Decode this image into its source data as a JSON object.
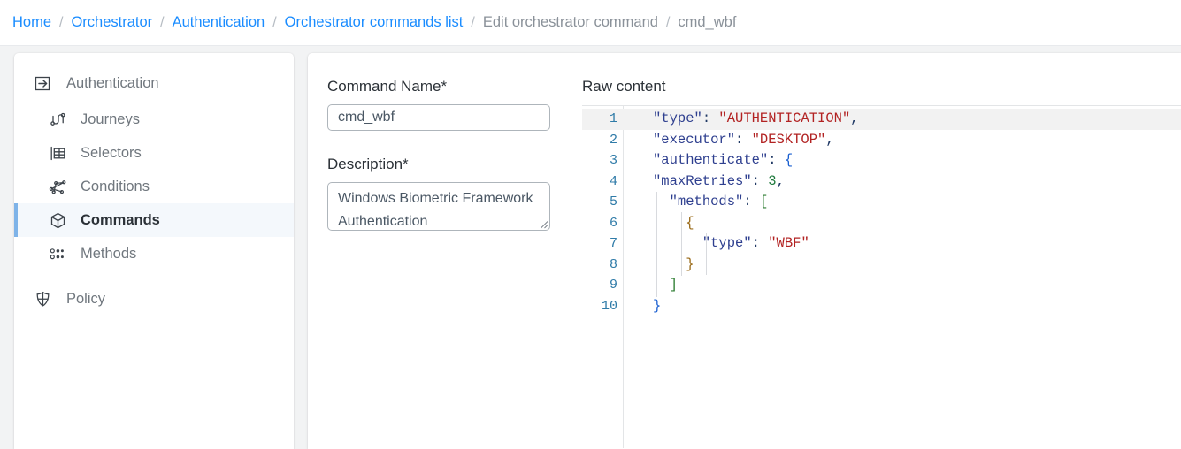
{
  "breadcrumb": {
    "separator": "/",
    "items": [
      {
        "label": "Home",
        "link": true
      },
      {
        "label": "Orchestrator",
        "link": true
      },
      {
        "label": "Authentication",
        "link": true
      },
      {
        "label": "Orchestrator commands list",
        "link": true
      },
      {
        "label": "Edit orchestrator command",
        "link": false
      },
      {
        "label": "cmd_wbf",
        "link": false
      }
    ]
  },
  "sidebar": {
    "section": {
      "label": "Authentication",
      "icon": "login-arrow-icon"
    },
    "items": [
      {
        "label": "Journeys",
        "icon": "journeys-icon",
        "active": false
      },
      {
        "label": "Selectors",
        "icon": "selectors-icon",
        "active": false
      },
      {
        "label": "Conditions",
        "icon": "conditions-icon",
        "active": false
      },
      {
        "label": "Commands",
        "icon": "commands-cube-icon",
        "active": true
      },
      {
        "label": "Methods",
        "icon": "methods-icon",
        "active": false
      }
    ],
    "footer": {
      "label": "Policy",
      "icon": "policy-shield-icon"
    }
  },
  "form": {
    "name_label": "Command Name*",
    "name_value": "cmd_wbf",
    "name_placeholder": "",
    "description_label": "Description*",
    "description_value": "Windows Biometric Framework Authentication",
    "description_placeholder": ""
  },
  "editor": {
    "label": "Raw content",
    "active_line": 1,
    "line_numbers": [
      "1",
      "2",
      "3",
      "4",
      "5",
      "6",
      "7",
      "8",
      "9",
      "10"
    ],
    "lines": [
      {
        "n": "1",
        "tokens": [
          {
            "t": "\"type\"",
            "c": "key"
          },
          {
            "t": ": ",
            "c": "punc"
          },
          {
            "t": "\"AUTHENTICATION\"",
            "c": "str"
          },
          {
            "t": ",",
            "c": "punc"
          }
        ]
      },
      {
        "n": "2",
        "tokens": [
          {
            "t": "\"executor\"",
            "c": "key"
          },
          {
            "t": ": ",
            "c": "punc"
          },
          {
            "t": "\"DESKTOP\"",
            "c": "str"
          },
          {
            "t": ",",
            "c": "punc"
          }
        ]
      },
      {
        "n": "3",
        "tokens": [
          {
            "t": "\"authenticate\"",
            "c": "key"
          },
          {
            "t": ": ",
            "c": "punc"
          },
          {
            "t": "{",
            "c": "brace-b"
          }
        ]
      },
      {
        "n": "4",
        "tokens": [
          {
            "t": "\"maxRetries\"",
            "c": "key"
          },
          {
            "t": ": ",
            "c": "punc"
          },
          {
            "t": "3",
            "c": "num"
          },
          {
            "t": ",",
            "c": "punc"
          }
        ]
      },
      {
        "n": "5",
        "tokens": [
          {
            "t": "  ",
            "c": "punc"
          },
          {
            "t": "\"methods\"",
            "c": "key"
          },
          {
            "t": ": ",
            "c": "punc"
          },
          {
            "t": "[",
            "c": "brack"
          }
        ]
      },
      {
        "n": "6",
        "tokens": [
          {
            "t": "    ",
            "c": "punc"
          },
          {
            "t": "{",
            "c": "brace-y"
          }
        ]
      },
      {
        "n": "7",
        "tokens": [
          {
            "t": "      ",
            "c": "punc"
          },
          {
            "t": "\"type\"",
            "c": "key"
          },
          {
            "t": ": ",
            "c": "punc"
          },
          {
            "t": "\"WBF\"",
            "c": "str"
          }
        ]
      },
      {
        "n": "8",
        "tokens": [
          {
            "t": "    ",
            "c": "punc"
          },
          {
            "t": "}",
            "c": "brace-y"
          }
        ]
      },
      {
        "n": "9",
        "tokens": [
          {
            "t": "  ",
            "c": "punc"
          },
          {
            "t": "]",
            "c": "brack"
          }
        ]
      },
      {
        "n": "10",
        "tokens": [
          {
            "t": "",
            "c": "punc"
          },
          {
            "t": "}",
            "c": "brace-b"
          }
        ]
      }
    ],
    "raw_text": "\"type\": \"AUTHENTICATION\",\n\"executor\": \"DESKTOP\",\n\"authenticate\": {\n\"maxRetries\": 3,\n  \"methods\": [\n    {\n      \"type\": \"WBF\"\n    }\n  ]\n}"
  },
  "colors": {
    "link": "#1a8cff",
    "muted": "#8a9199",
    "active_nav_bar": "#7eb3e8",
    "active_nav_bg": "#f4f8fc",
    "page_bg": "#f2f3f4",
    "json_key": "#2e3f8f",
    "json_string": "#b22222",
    "json_number": "#1f7a3d",
    "json_brace": "#1a5fd0",
    "json_bracket": "#2e7d32",
    "line_number": "#2f7ba8",
    "active_line_bg": "#f2f2f2"
  }
}
